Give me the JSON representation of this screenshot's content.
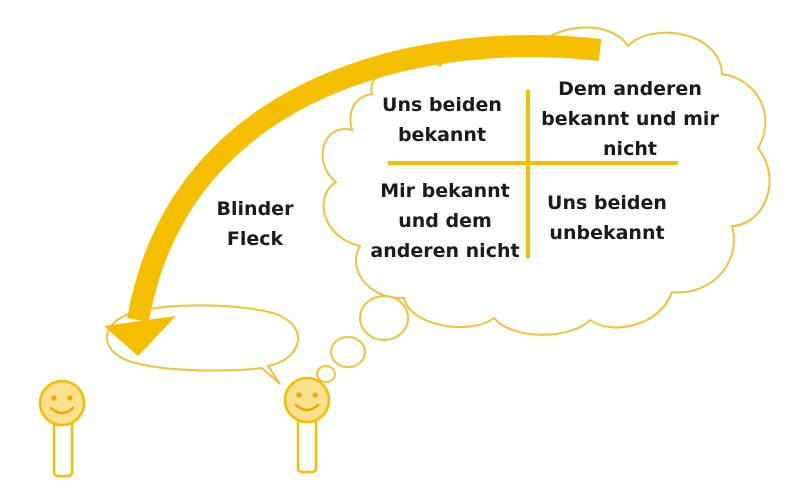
{
  "quadrants": {
    "top_left": "Uns beiden\nbekannt",
    "top_right": "Dem anderen\nbekannt und mir\nnicht",
    "bottom_left": "Mir bekannt\nund dem\nanderen nicht",
    "bottom_right": "Uns beiden\nunbekannt"
  },
  "blind_spot_label": "Blinder\nFleck",
  "colors": {
    "accent": "#f5bf00",
    "outline": "#f0c23a",
    "figure_fill": "#fbe08e",
    "text": "#1b1b1b"
  },
  "icons": [
    "smiley-figure-icon",
    "thought-bubble",
    "speech-bubble",
    "curved-arrow"
  ]
}
